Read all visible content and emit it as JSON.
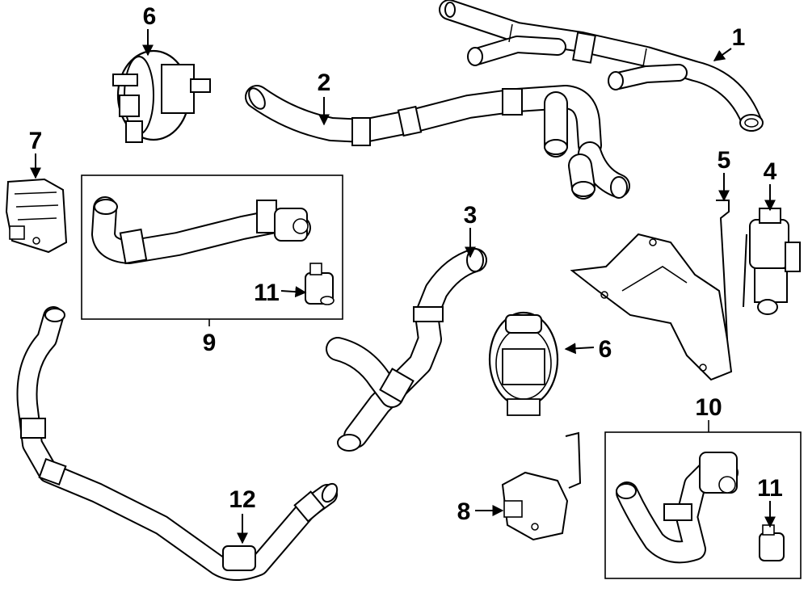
{
  "callouts": {
    "c1": "1",
    "c2": "2",
    "c3": "3",
    "c4": "4",
    "c5": "5",
    "c6a": "6",
    "c6b": "6",
    "c7": "7",
    "c8": "8",
    "c9": "9",
    "c10": "10",
    "c11a": "11",
    "c11b": "11",
    "c12": "12"
  },
  "colors": {
    "line": "#000000",
    "part_fill": "#ffffff",
    "background": "#ffffff"
  }
}
